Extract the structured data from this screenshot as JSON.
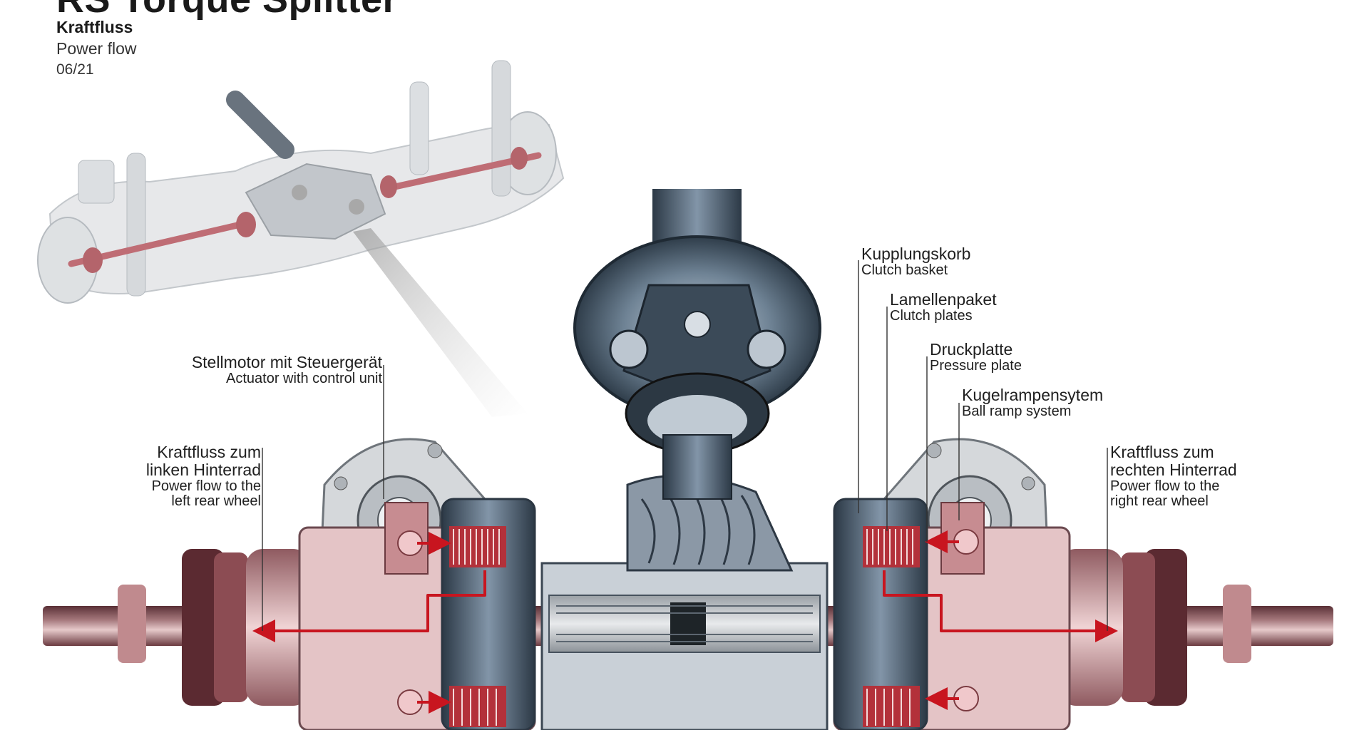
{
  "header": {
    "title": "RS Torque Splitter",
    "subtitle_de": "Kraftfluss",
    "subtitle_en": "Power flow",
    "date": "06/21"
  },
  "labels": {
    "actuator": {
      "de": "Stellmotor mit Steuergerät",
      "en": "Actuator with control unit"
    },
    "flow_left": {
      "de1": "Kraftfluss zum",
      "de2": "linken Hinterrad",
      "en1": "Power flow to the",
      "en2": "left rear wheel"
    },
    "clutch_basket": {
      "de": "Kupplungskorb",
      "en": "Clutch basket"
    },
    "clutch_plates": {
      "de": "Lamellenpaket",
      "en": "Clutch plates"
    },
    "pressure_plate": {
      "de": "Druckplatte",
      "en": "Pressure plate"
    },
    "ball_ramp": {
      "de": "Kugelrampensytem",
      "en": "Ball ramp system"
    },
    "flow_right": {
      "de1": "Kraftfluss zum",
      "de2": "rechten Hinterrad",
      "en1": "Power flow to the",
      "en2": "right rear wheel"
    }
  },
  "colors": {
    "flow_arrow": "#c8151f",
    "housing_steel": "#5e7286",
    "clutch_red": "#b3313a",
    "shaft_rose": "#c99799"
  }
}
